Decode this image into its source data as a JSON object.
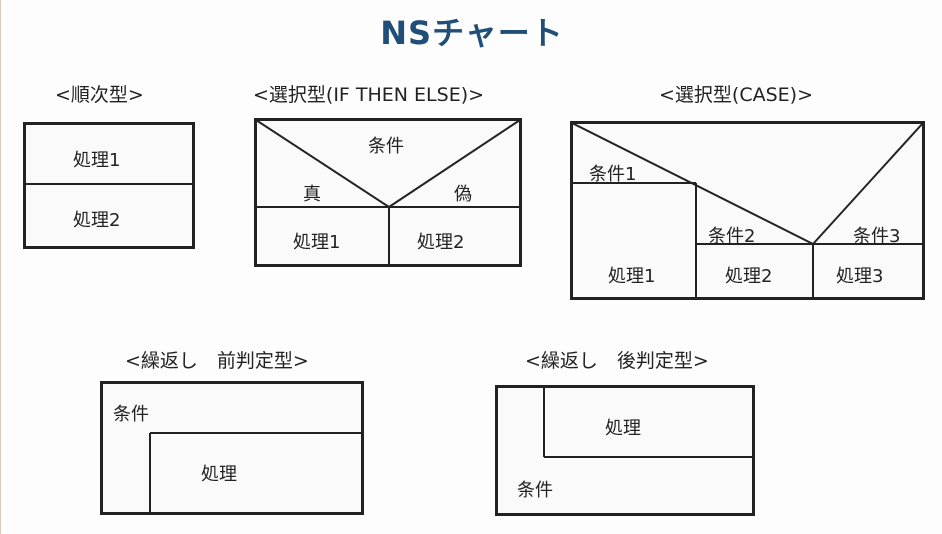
{
  "title": "NSチャート",
  "sequential": {
    "caption": "<順次型>",
    "step1": "処理1",
    "step2": "処理2"
  },
  "if_then_else": {
    "caption": "<選択型(IF THEN ELSE)>",
    "condition": "条件",
    "true_label": "真",
    "false_label": "偽",
    "step1": "処理1",
    "step2": "処理2"
  },
  "case": {
    "caption": "<選択型(CASE)>",
    "cond1": "条件1",
    "cond2": "条件2",
    "cond3": "条件3",
    "step1": "処理1",
    "step2": "処理2",
    "step3": "処理3"
  },
  "pre_test_loop": {
    "caption": "<繰返し　前判定型>",
    "condition": "条件",
    "body": "処理"
  },
  "post_test_loop": {
    "caption": "<繰返し　後判定型>",
    "condition": "条件",
    "body": "処理"
  }
}
